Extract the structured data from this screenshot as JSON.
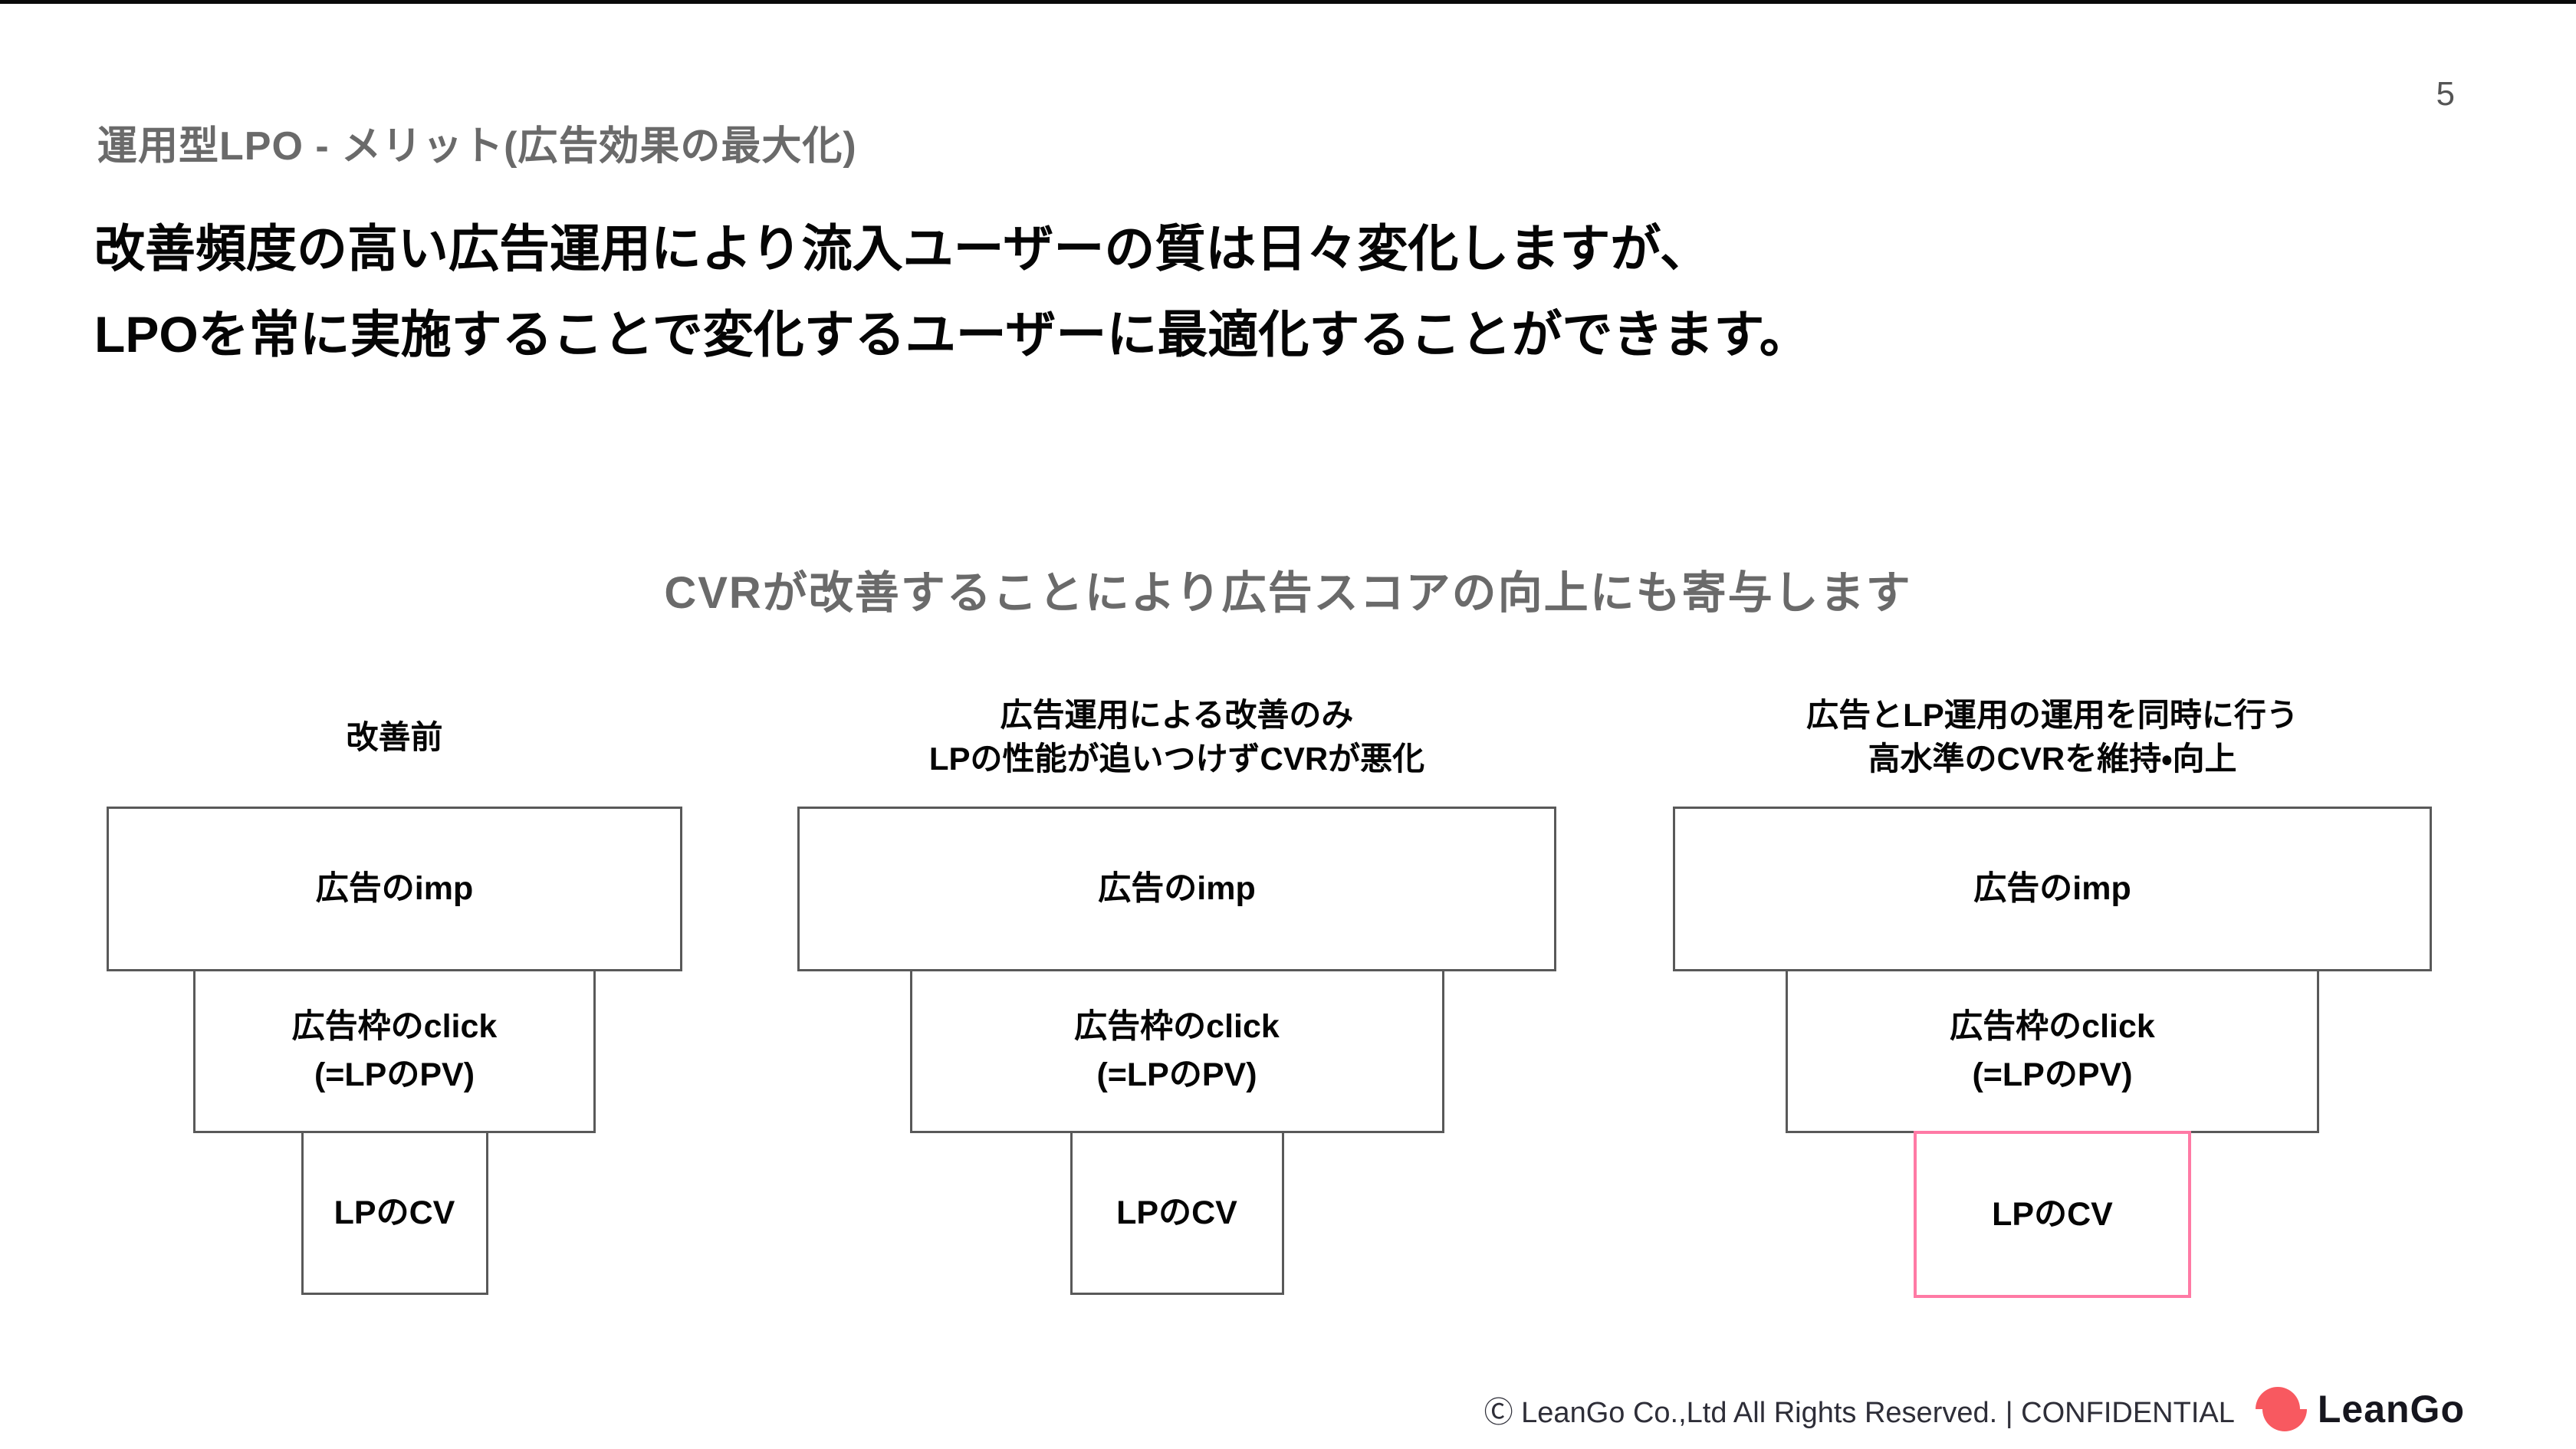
{
  "page_number": "5",
  "eyebrow": "運用型LPO - メリット(広告効果の最大化)",
  "heading": {
    "line1": "改善頻度の高い広告運用により流入ユーザーの質は日々変化しますが、",
    "line2": "LPOを常に実施することで変化するユーザーに最適化することができます。"
  },
  "subheading": "CVRが改善することにより広告スコアの向上にも寄与します",
  "funnels": [
    {
      "label": {
        "line1": "改善前",
        "line2": ""
      },
      "boxes": {
        "imp": "広告のimp",
        "click_line1": "広告枠のclick",
        "click_line2": "(=LPのPV)",
        "cv": "LPのCV"
      },
      "cv_highlighted": false
    },
    {
      "label": {
        "line1": "広告運用による改善のみ",
        "line2": "LPの性能が追いつけずCVRが悪化"
      },
      "boxes": {
        "imp": "広告のimp",
        "click_line1": "広告枠のclick",
        "click_line2": "(=LPのPV)",
        "cv": "LPのCV"
      },
      "cv_highlighted": false
    },
    {
      "label": {
        "line1": "広告とLP運用の運用を同時に行う",
        "line2": "高水準のCVRを維持・向上"
      },
      "boxes": {
        "imp": "広告のimp",
        "click_line1": "広告枠のclick",
        "click_line2": "(=LPのPV)",
        "cv": "LPのCV"
      },
      "cv_highlighted": true
    }
  ],
  "footer": {
    "copyright": "Ⓒ LeanGo Co.,Ltd All Rights Reserved. | CONFIDENTIAL",
    "logo_text": "LeanGo"
  },
  "colors": {
    "highlight_pink": "#ff7aa5",
    "logo_coral": "#f85960",
    "box_border_gray": "#595959"
  }
}
